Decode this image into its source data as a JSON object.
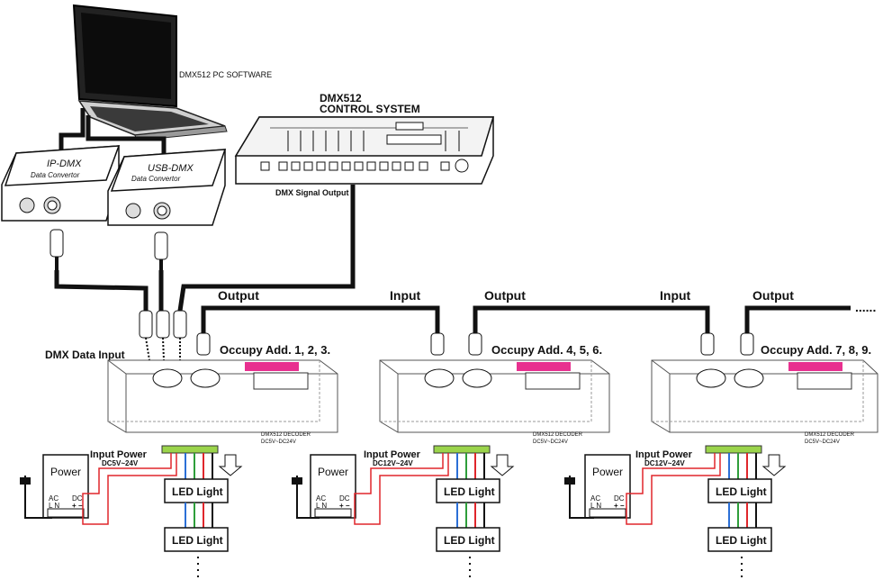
{
  "labels": {
    "pc_software": "DMX512 PC SOFTWARE",
    "control_system_line1": "DMX512",
    "control_system_line2": "CONTROL SYSTEM",
    "signal_output": "DMX Signal Output",
    "dmx_data_input": "DMX Data Input",
    "ip_dmx_title": "IP-DMX",
    "usb_dmx_title": "USB-DMX",
    "converter_subtitle": "Data Convertor",
    "ellipsis": "......"
  },
  "flow": {
    "output": "Output",
    "input": "Input"
  },
  "decoders": [
    {
      "occupy": "Occupy Add. 1, 2, 3.",
      "power_label": "Power",
      "input_power": "Input Power",
      "voltage": "DC5V~24V",
      "decoder_name": "DMX512 DECODER",
      "decoder_voltage": "DC5V~DC24V",
      "ac": "AC",
      "ln": "L N",
      "dc": "DC",
      "pm": "+ −"
    },
    {
      "occupy": "Occupy Add. 4, 5, 6.",
      "power_label": "Power",
      "input_power": "Input Power",
      "voltage": "DC12V~24V",
      "decoder_name": "DMX512 DECODER",
      "decoder_voltage": "DC5V~DC24V",
      "ac": "AC",
      "ln": "L N",
      "dc": "DC",
      "pm": "+ −"
    },
    {
      "occupy": "Occupy Add. 7, 8, 9.",
      "power_label": "Power",
      "input_power": "Input Power",
      "voltage": "DC12V~24V",
      "decoder_name": "DMX512 DECODER",
      "decoder_voltage": "DC5V~DC24V",
      "ac": "AC",
      "ln": "L N",
      "dc": "DC",
      "pm": "+ −"
    }
  ],
  "led_light": "LED Light",
  "wire_colors": {
    "red": "#e0262b",
    "green": "#2e9e3a",
    "blue": "#2b6fd6",
    "black": "#111111",
    "magenta": "#e8308f",
    "terminal": "#9bd44b"
  }
}
